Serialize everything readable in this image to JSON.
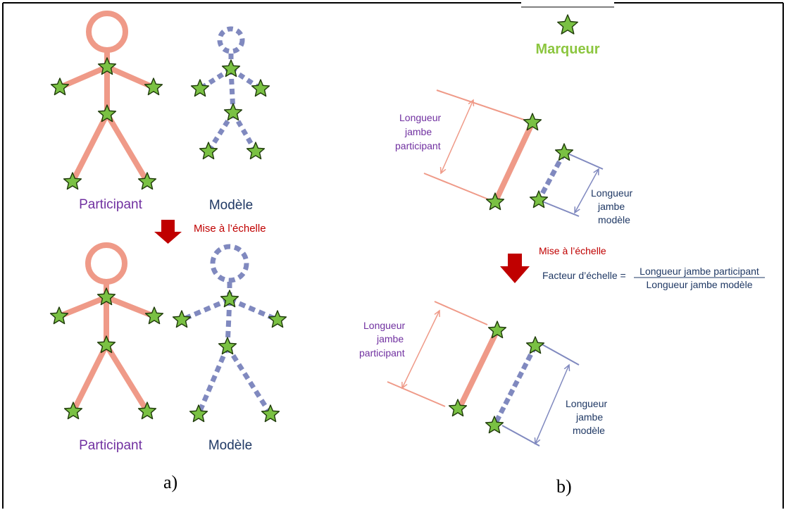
{
  "colors": {
    "participant": "#ef9a88",
    "model": "#8089bf",
    "marker_fill": "#7ac143",
    "marker_stroke": "#1f3b0a",
    "arrow_red": "#c00000",
    "participant_text": "#7030a0",
    "model_text": "#1f3864",
    "scale_text": "#c00000",
    "marker_text": "#8cc63f",
    "formula_text": "#1f3864"
  },
  "panel_a": {
    "label": "a)",
    "top_participant_label": "Participant",
    "top_model_label": "Modèle",
    "scaling_label": "Mise à l’échelle",
    "bottom_participant_label": "Participant",
    "bottom_model_label": "Modèle"
  },
  "panel_b": {
    "label": "b)",
    "marker_legend": "Marqueur",
    "top": {
      "participant_leg": [
        "Longueur",
        "jambe",
        "participant"
      ],
      "model_leg": [
        "Longueur",
        "jambe",
        "modèle"
      ]
    },
    "scaling_label": "Mise à l’échelle",
    "formula": {
      "prefix": "Facteur d’échelle =",
      "numerator": "Longueur jambe participant",
      "denominator": "Longueur jambe modèle"
    },
    "bottom": {
      "participant_leg": [
        "Longueur",
        "jambe",
        "participant"
      ],
      "model_leg": [
        "Longueur",
        "jambe",
        "modèle"
      ]
    }
  },
  "icons": {
    "marker": "star-icon",
    "down_arrow": "down-arrow-icon"
  }
}
